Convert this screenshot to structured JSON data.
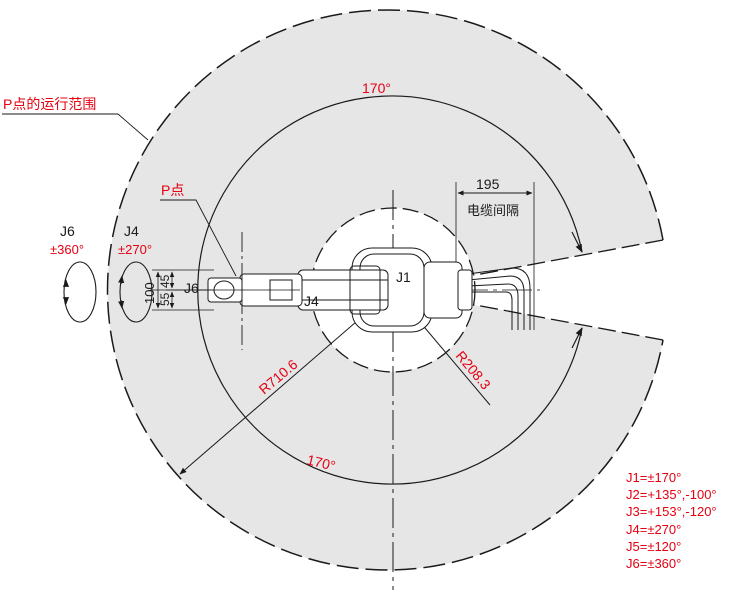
{
  "colors": {
    "accent": "#e60012",
    "workspace_fill": "#e6e6e6",
    "line": "#1a1a1a"
  },
  "labels": {
    "p_range": "P点的运行范围",
    "p_point": "P点",
    "angle_top": "170°",
    "angle_bottom": "170°",
    "cable_dim": "195",
    "cable_gap": "电缆间隔",
    "j6_title": "J6",
    "j6_range": "±360°",
    "j4_title": "J4",
    "j4_range": "±270°",
    "dim_100": "100",
    "dim_55": "55",
    "dim_45": "45",
    "j6_tag": "J6",
    "j4_tag": "J4",
    "j1_tag": "J1",
    "outer_radius": "R710.6",
    "inner_radius": "R208.3"
  },
  "joint_limits": [
    "J1=±170°",
    "J2=+135°,-100°",
    "J3=+153°,-120°",
    "J4=±270°",
    "J5=±120°",
    "J6=±360°"
  ]
}
